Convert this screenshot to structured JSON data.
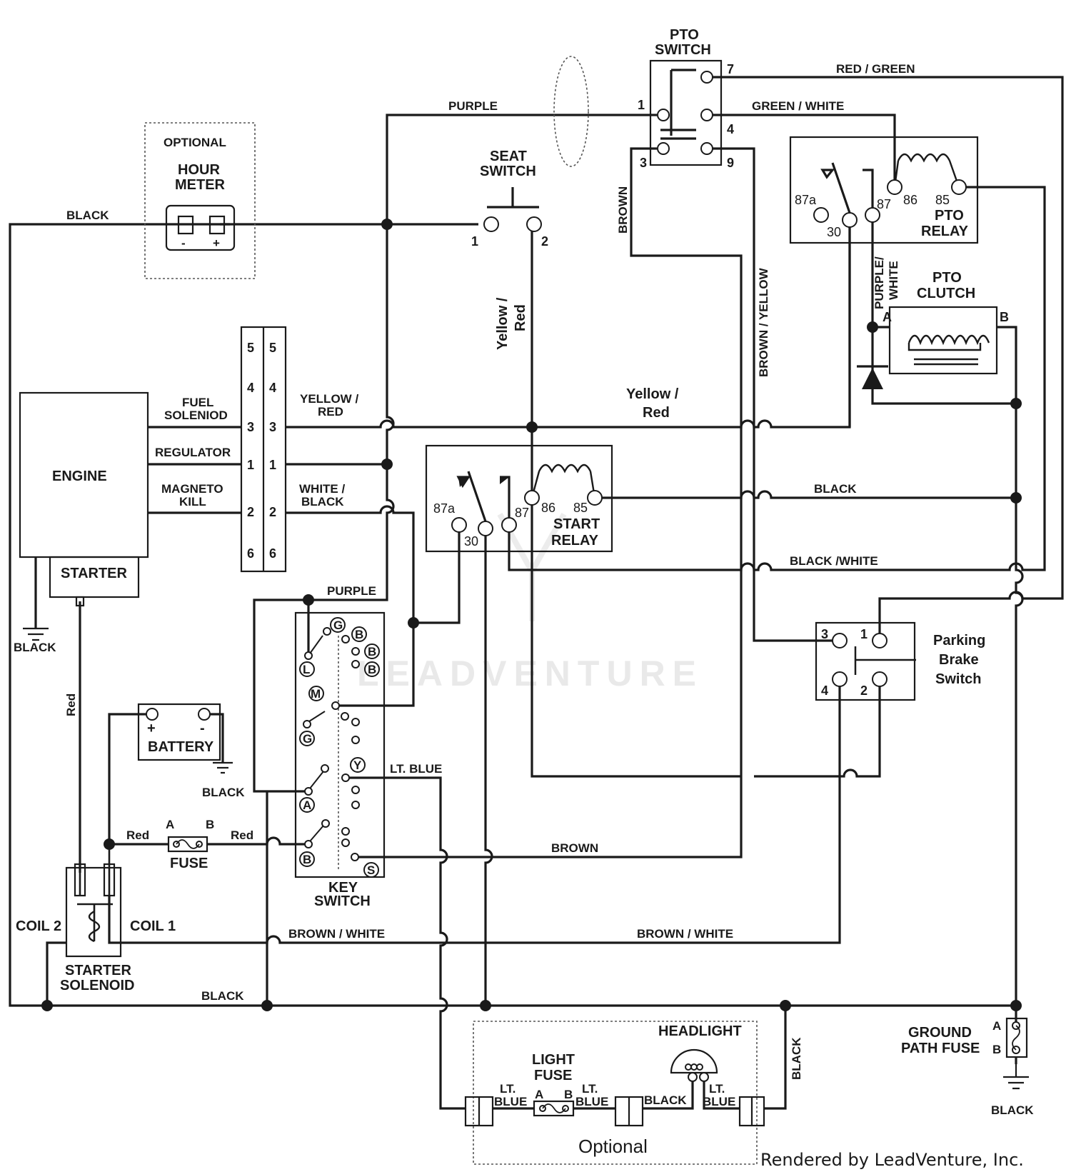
{
  "watermark": "LEADVENTURE",
  "footer": "Rendered by LeadVenture, Inc.",
  "hour_meter": {
    "optional": "OPTIONAL",
    "title1": "HOUR",
    "title2": "METER",
    "neg": "-",
    "pos": "+"
  },
  "seat_switch": {
    "title1": "SEAT",
    "title2": "SWITCH",
    "pin1": "1",
    "pin2": "2"
  },
  "pto_switch": {
    "title1": "PTO",
    "title2": "SWITCH",
    "pin7": "7",
    "pin1": "1",
    "pin4": "4",
    "pin3": "3",
    "pin9": "9"
  },
  "pto_relay": {
    "p87a": "87a",
    "p30": "30",
    "p87": "87",
    "p86": "86",
    "p85": "85",
    "title1": "PTO",
    "title2": "RELAY"
  },
  "pto_clutch": {
    "title1": "PTO",
    "title2": "CLUTCH",
    "a": "A",
    "b": "B"
  },
  "engine": {
    "title": "ENGINE",
    "starter": "STARTER",
    "fuel1": "FUEL",
    "fuel2": "SOLENIOD",
    "regulator": "REGULATOR",
    "magneto1": "MAGNETO",
    "magneto2": "KILL"
  },
  "connector": {
    "p5": "5",
    "p4": "4",
    "p3": "3",
    "p1": "1",
    "p2": "2",
    "p6": "6"
  },
  "start_relay": {
    "p87a": "87a",
    "p30": "30",
    "p87": "87",
    "p86": "86",
    "p85": "85",
    "title1": "START",
    "title2": "RELAY"
  },
  "key_switch": {
    "g": "G",
    "b": "B",
    "l": "L",
    "m": "M",
    "y": "Y",
    "a": "A",
    "s": "S",
    "title1": "KEY",
    "title2": "SWITCH"
  },
  "parking_brake": {
    "p3": "3",
    "p1": "1",
    "p4": "4",
    "p2": "2",
    "title1": "Parking",
    "title2": "Brake",
    "title3": "Switch"
  },
  "battery": {
    "pos": "+",
    "neg": "-",
    "title": "BATTERY"
  },
  "fuse": {
    "a": "A",
    "b": "B",
    "title": "FUSE"
  },
  "solenoid": {
    "coil2": "COIL 2",
    "coil1": "COIL 1",
    "title1": "STARTER",
    "title2": "SOLENOID"
  },
  "ground_fuse": {
    "a": "A",
    "b": "B",
    "title1": "GROUND",
    "title2": "PATH FUSE"
  },
  "lighting": {
    "headlight": "HEADLIGHT",
    "fuse1": "LIGHT",
    "fuse2": "FUSE",
    "a": "A",
    "b": "B",
    "lt": "LT.",
    "blue": "BLUE",
    "optional": "Optional"
  },
  "wires": {
    "black": "BLACK",
    "purple": "PURPLE",
    "red_green": "RED / GREEN",
    "green_white": "GREEN / WHITE",
    "brown": "BROWN",
    "brown_yellow": "BROWN / YELLOW",
    "purple_slash": "PURPLE/",
    "white": "WHITE",
    "yellow_slash": "Yellow /",
    "red": "Red",
    "yellow_slash_upper": "YELLOW /",
    "red_upper": "RED",
    "white_slash": "WHITE /",
    "black_white": "BLACK /WHITE",
    "lt_blue": "LT. BLUE",
    "brown_white": "BROWN / WHITE"
  }
}
